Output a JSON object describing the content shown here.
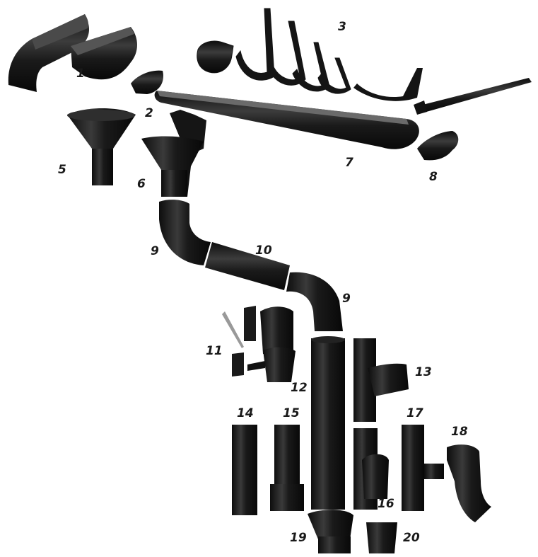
{
  "colors": {
    "background": "#ffffff",
    "part_dark": "#141414",
    "part_mid": "#2c2c2c",
    "highlight": "#6a6a6a",
    "label": "#1a1a1a"
  },
  "labels": {
    "n1": "1",
    "n2": "2",
    "n3": "3",
    "n5": "5",
    "n6": "6",
    "n7": "7",
    "n8": "8",
    "n9a": "9",
    "n9b": "9",
    "n10": "10",
    "n11": "11",
    "n12": "12",
    "n13": "13",
    "n14": "14",
    "n15": "15",
    "n16": "16",
    "n17": "17",
    "n18": "18",
    "n19": "19",
    "n20": "20"
  }
}
